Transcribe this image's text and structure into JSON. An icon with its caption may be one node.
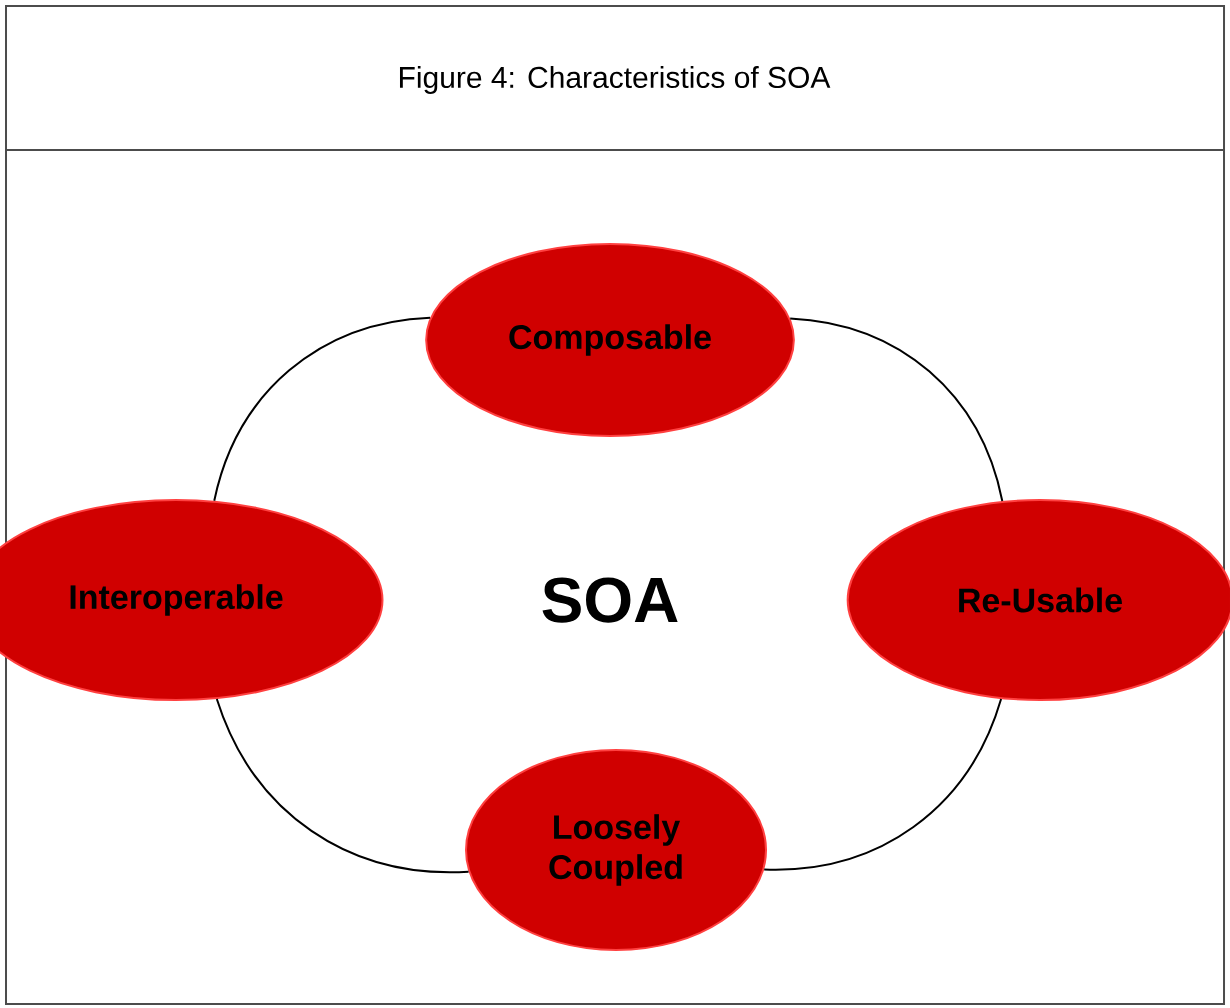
{
  "diagram": {
    "title": "Figure 4: Characteristics of SOA",
    "nodes": [
      {
        "text": [
          "Composable"
        ]
      },
      {
        "text": [
          "Interoperable"
        ]
      },
      {
        "text": [
          "Re-Usable"
        ]
      },
      {
        "text": [
          "Loosely Coupled"
        ]
      }
    ],
    "edges": [
      {
        "from": 0,
        "to": 2,
        "arrow": "none"
      },
      {
        "from": 2,
        "to": 3,
        "arrow": "none"
      },
      {
        "from": 3,
        "to": 1,
        "arrow": "none"
      },
      {
        "from": 1,
        "to": 0,
        "arrow": "none"
      }
    ],
    "labels": [
      "SOA"
    ]
  }
}
